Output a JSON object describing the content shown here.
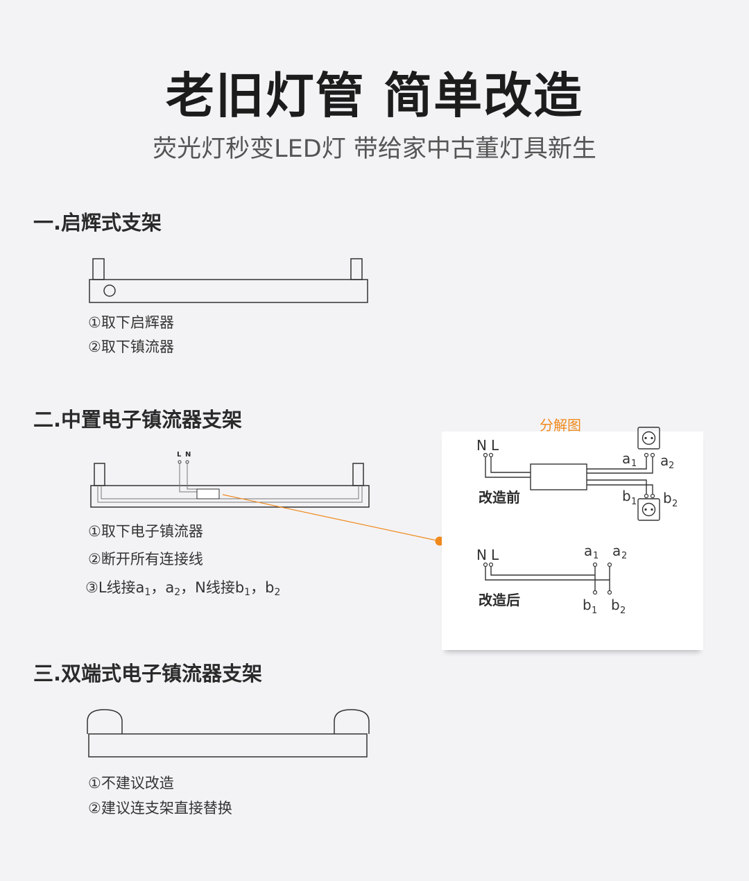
{
  "header": {
    "title": "老旧灯管 简单改造",
    "subtitle": "荧光灯秒变LED灯 带给家中古董灯具新生"
  },
  "sections": [
    {
      "title": "一.启辉式支架",
      "steps": [
        "①取下启辉器",
        "②取下镇流器"
      ]
    },
    {
      "title": "二.中置电子镇流器支架",
      "fixture_labels": {
        "l": "L",
        "n": "N"
      },
      "steps": [
        "①取下电子镇流器",
        "②断开所有连接线"
      ],
      "step3": {
        "a": "③L线接a",
        "a_sub1": "1",
        "b": "，a",
        "a_sub2": "2",
        "c": "，N线接b",
        "b_sub1": "1",
        "d": "，b",
        "b_sub2": "2"
      }
    },
    {
      "title": "三.双端式电子镇流器支架",
      "steps": [
        "①不建议改造",
        "②建议连支架直接替换"
      ]
    }
  ],
  "exploded_view": {
    "label": "分解图",
    "before": {
      "caption": "改造前",
      "n": "N",
      "l": "L",
      "a": "a",
      "b": "b",
      "sub1": "1",
      "sub2": "2"
    },
    "after": {
      "caption": "改造后",
      "n": "N",
      "l": "L",
      "a": "a",
      "b": "b",
      "sub1": "1",
      "sub2": "2"
    }
  },
  "colors": {
    "accent": "#f08a1c",
    "line": "#333333",
    "background": "#f3f3f5"
  }
}
